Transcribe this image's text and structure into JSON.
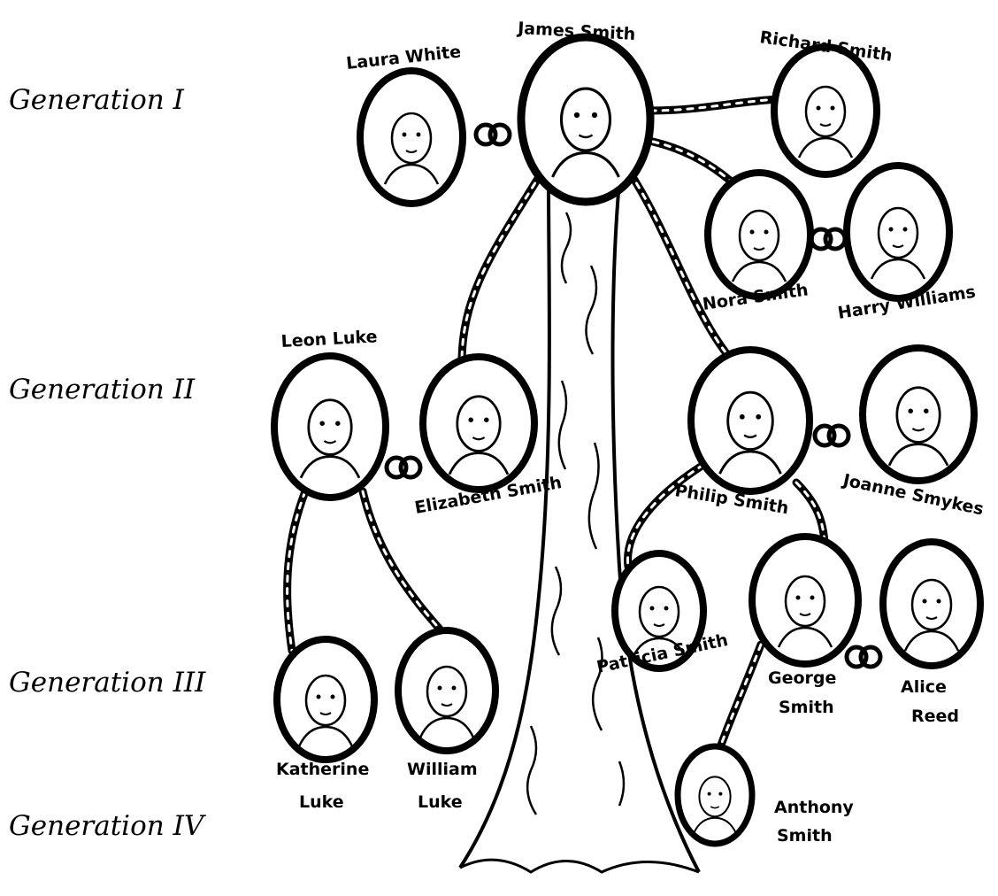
{
  "generations": [
    {
      "label": "Generation I"
    },
    {
      "label": "Generation II"
    },
    {
      "label": "Generation III"
    },
    {
      "label": "Generation IV"
    }
  ],
  "people": {
    "laura": {
      "name": "Laura White"
    },
    "james": {
      "name": "James Smith"
    },
    "richard": {
      "name": "Richard Smith"
    },
    "nora": {
      "name": "Nora Smith"
    },
    "harry": {
      "name": "Harry Williams"
    },
    "leon": {
      "name": "Leon Luke"
    },
    "elizabeth": {
      "name": "Elizabeth Smith"
    },
    "philip": {
      "name": "Philip Smith"
    },
    "joanne": {
      "name": "Joanne Smykes"
    },
    "katherine": {
      "name_line1": "Katherine",
      "name_line2": "Luke"
    },
    "william": {
      "name_line1": "William",
      "name_line2": "Luke"
    },
    "patricia": {
      "name": "Patricia Smith"
    },
    "george": {
      "name_line1": "George",
      "name_line2": "Smith"
    },
    "alice": {
      "name_line1": "Alice",
      "name_line2": "Reed"
    },
    "anthony": {
      "name_line1": "Anthony",
      "name_line2": "Smith"
    }
  }
}
